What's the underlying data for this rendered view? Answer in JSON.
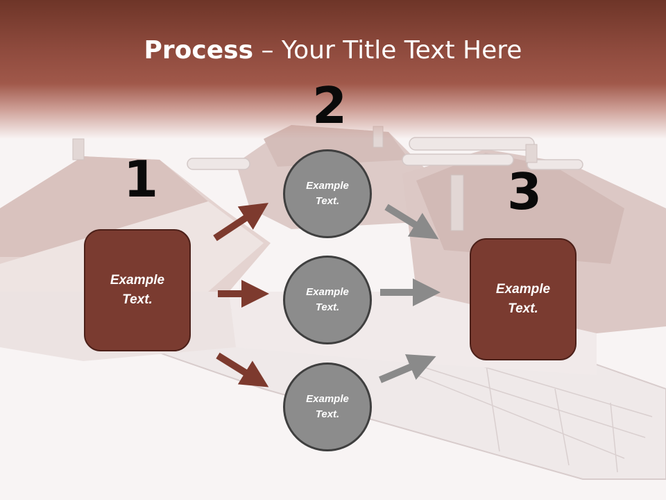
{
  "title": {
    "bold": "Process",
    "rest": " – Your Title Text Here"
  },
  "steps": [
    {
      "number": "1",
      "text": "Example\nText."
    },
    {
      "number": "2",
      "text": ""
    },
    {
      "number": "3",
      "text": "Example\nText."
    }
  ],
  "circles": [
    {
      "text": "Example\nText."
    },
    {
      "text": "Example\nText."
    },
    {
      "text": "Example\nText."
    }
  ],
  "colors": {
    "header": "#8e4a3d",
    "box_fill": "#7a3b30",
    "circle_fill": "#8c8c8c",
    "arrow_brown": "#7d3a2e",
    "arrow_gray": "#8a8a8a"
  }
}
